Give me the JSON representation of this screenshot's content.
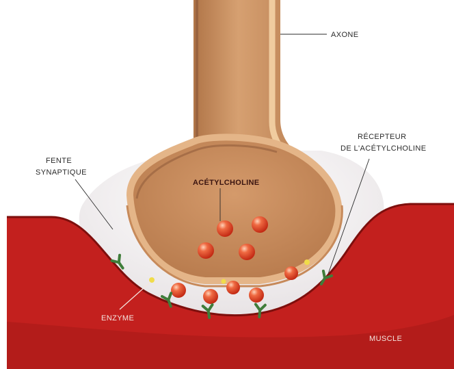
{
  "labels": {
    "axone": "AXONE",
    "recepteur_line1": "RÉCEPTEUR",
    "recepteur_line2": "DE L'ACÉTYLCHOLINE",
    "fente_line1": "FENTE",
    "fente_line2": "SYNAPTIQUE",
    "acetylcholine": "ACÉTYLCHOLINE",
    "enzyme": "ENZYME",
    "muscle": "MUSCLE"
  },
  "colors": {
    "axon_tan": "#c68e61",
    "axon_light": "#e8b98c",
    "axon_dark": "#9a6440",
    "muscle_red": "#c3201e",
    "muscle_dark": "#8e1412",
    "cleft_white": "#f2eeee",
    "vesicle": "#e4442a",
    "receptor": "#3f7d3a",
    "enzyme": "#f0dc4a"
  }
}
